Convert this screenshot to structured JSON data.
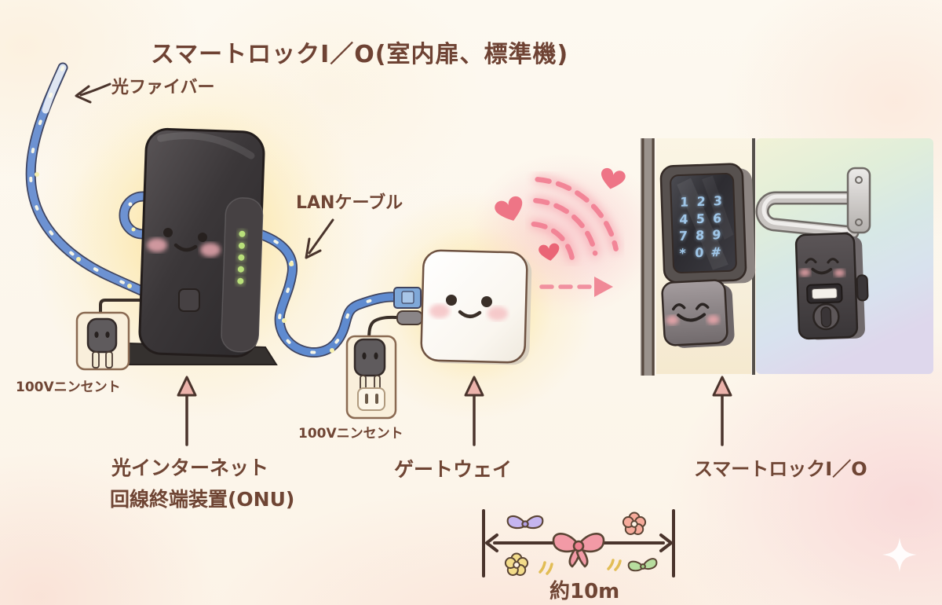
{
  "title": "スマートロックI／O(室内扉、標準機)",
  "labels": {
    "fiber": "光ファイバー",
    "lan": "LANケーブル",
    "outlet_left": "100Vニンセント",
    "outlet_gateway": "100Vニンセント",
    "onu_name_line1": "光インターネット",
    "onu_name_line2": "回線終端装置(ONU)",
    "gateway_name": "ゲートウェイ",
    "smartlock_name": "スマートロックI／O",
    "distance": "約10m"
  },
  "keypad": {
    "keys": [
      "1",
      "2",
      "3",
      "4",
      "5",
      "6",
      "7",
      "8",
      "9",
      "*",
      "0",
      "#"
    ]
  },
  "colors": {
    "label_text": "#6f4534",
    "cable_blue": "#5f8bd0",
    "signal_pink": "#f27e92",
    "led_green": "#b9e07a",
    "keypad_text": "#9fc6e8",
    "device_dark": "#3f3b3d",
    "gateway_white": "#fdfbf6"
  }
}
